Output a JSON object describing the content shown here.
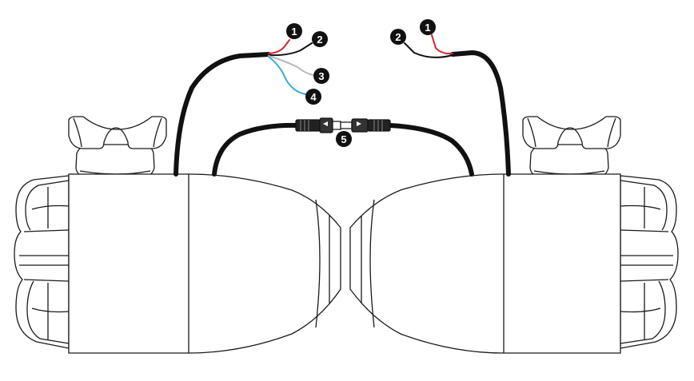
{
  "diagram": {
    "callouts": [
      {
        "label": "1",
        "target": "left-red-wire"
      },
      {
        "label": "2",
        "target": "left-black-wire"
      },
      {
        "label": "3",
        "target": "left-gray-wire"
      },
      {
        "label": "4",
        "target": "left-blue-wire"
      },
      {
        "label": "1",
        "target": "right-red-wire"
      },
      {
        "label": "2",
        "target": "right-black-wire"
      },
      {
        "label": "5",
        "target": "inline-connector"
      }
    ],
    "colors": {
      "outline": "#1a1a1a",
      "cable": "#111111",
      "red_wire": "#d9232e",
      "black_wire": "#111111",
      "gray_wire": "#b8b8b8",
      "blue_wire": "#39a9d6",
      "callout_fill": "#111111",
      "callout_text": "#ffffff"
    }
  }
}
